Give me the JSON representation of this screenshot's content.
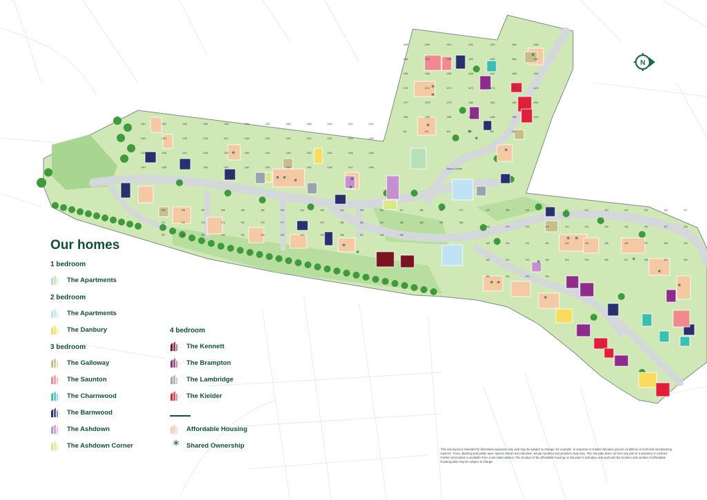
{
  "legend": {
    "title": "Our homes",
    "groups": {
      "one_bed": "1 bedroom",
      "two_bed": "2 bedroom",
      "three_bed": "3 bedroom",
      "four_bed": "4 bedroom"
    },
    "items": {
      "apartments_1": {
        "label": "The Apartments",
        "color": "#b8e0b8"
      },
      "apartments_2": {
        "label": "The Apartments",
        "color": "#bfe3f2"
      },
      "danbury": {
        "label": "The Danbury",
        "color": "#f7dc5e"
      },
      "galloway": {
        "label": "The Galloway",
        "color": "#c9bd8a"
      },
      "saunton": {
        "label": "The Saunton",
        "color": "#f08a8f"
      },
      "charnwood": {
        "label": "The Charnwood",
        "color": "#3bbfb5"
      },
      "barnwood": {
        "label": "The Barnwood",
        "color": "#2a2f6e"
      },
      "ashdown": {
        "label": "The Ashdown",
        "color": "#c690d0"
      },
      "ashdown_corner": {
        "label": "The Ashdown Corner",
        "color": "#dbe88a"
      },
      "kennett": {
        "label": "The Kennett",
        "color": "#7a1420"
      },
      "brampton": {
        "label": "The Brampton",
        "color": "#8e2c8c"
      },
      "lambridge": {
        "label": "The Lambridge",
        "color": "#9aa3ad"
      },
      "kielder": {
        "label": "The Kielder",
        "color": "#e0203a"
      },
      "affordable": {
        "label": "Affordable Housing",
        "color": "#f5c9a3"
      },
      "shared": {
        "label": "Shared Ownership",
        "symbol": "*"
      }
    }
  },
  "compass": {
    "label": "N",
    "color": "#1a6b4f"
  },
  "disclaimer": "This site layout is intended for illustrative purposes only, and may be subject to change, for example, in response to market demand, ground conditions or technical and planning reasons. Trees, planting and public open spaces shown are indicative, actual numbers and positions may vary. This site plan does not form any part of a warranty or contract. Further information is available from a site sales advisor. The location of the affordable housing on this plan is indicative only and both the location and number of affordable housing plots may be subject to change.",
  "map_labels": {
    "sales_centre": "Sales Centre",
    "plots": [
      "1001",
      "1002",
      "1003",
      "1004",
      "1005",
      "1006",
      "1007",
      "1008",
      "1009",
      "1010",
      "1011",
      "1012",
      "1013",
      "1014",
      "1015",
      "1016",
      "1017",
      "1018",
      "1019",
      "1020",
      "1021",
      "1022",
      "1023",
      "1024",
      "1025",
      "1026",
      "1027",
      "1028",
      "1029",
      "1030",
      "1031",
      "1032",
      "1033",
      "1034",
      "1035",
      "1036",
      "1037",
      "1038",
      "1039",
      "1040",
      "1041",
      "1042",
      "1043",
      "1044",
      "1045",
      "1046",
      "1047",
      "1048",
      "1049",
      "1050",
      "1051",
      "1052",
      "1053",
      "1054",
      "1055",
      "1056",
      "1057",
      "1058",
      "1059",
      "1060",
      "1061",
      "1062",
      "1063",
      "1064",
      "1065",
      "1066",
      "1067",
      "1068",
      "1069",
      "1070",
      "1071",
      "1072",
      "1073",
      "1074",
      "1075",
      "1076",
      "1077",
      "1078",
      "1079",
      "1080",
      "1081",
      "1082",
      "1083",
      "1084",
      "1085",
      "1086",
      "1087",
      "1088",
      "1089",
      "1090",
      "901",
      "902",
      "903",
      "904",
      "905",
      "906",
      "907",
      "908",
      "909",
      "910",
      "911",
      "912",
      "913",
      "914",
      "915",
      "916",
      "917",
      "918",
      "919",
      "920",
      "921",
      "922",
      "923",
      "924",
      "925",
      "926",
      "927",
      "928",
      "929",
      "930",
      "931",
      "932",
      "933",
      "934",
      "935",
      "936",
      "937",
      "938",
      "939",
      "940",
      "941",
      "942",
      "943",
      "944",
      "945",
      "946",
      "947",
      "948",
      "949",
      "950",
      "951",
      "952",
      "953",
      "954",
      "955",
      "956",
      "957",
      "958",
      "959",
      "960",
      "961",
      "962",
      "963",
      "964",
      "965",
      "966",
      "967",
      "968",
      "969",
      "970",
      "971",
      "972",
      "973",
      "974",
      "975",
      "976",
      "977",
      "978",
      "979",
      "980",
      "981",
      "982",
      "983",
      "984",
      "985",
      "986",
      "987",
      "988",
      "989",
      "990",
      "991",
      "992",
      "993",
      "994",
      "995",
      "996",
      "997",
      "998",
      "999"
    ]
  }
}
